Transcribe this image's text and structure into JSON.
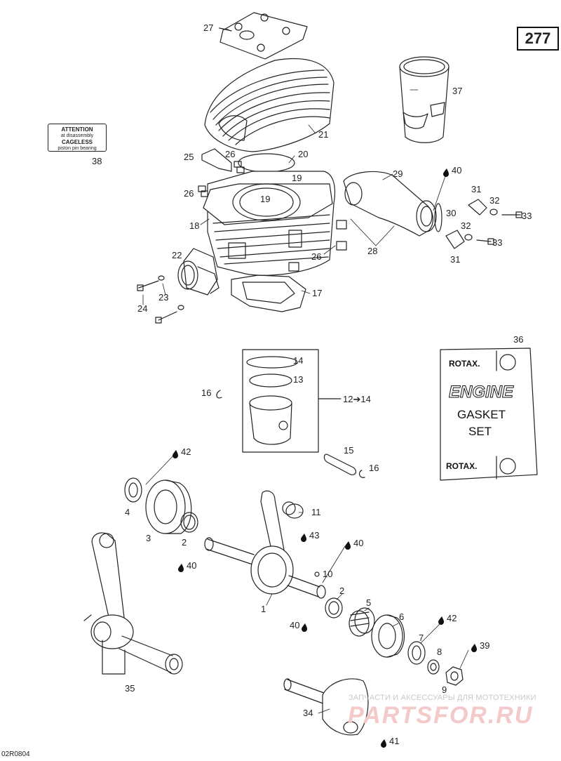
{
  "page_number": "277",
  "diagram_ref": "02R0804",
  "attention_label": {
    "line1": "ATTENTION",
    "line2": "at disassembly",
    "line3": "CAGELESS",
    "line4": "piston pin bearing"
  },
  "gasket_set_card": {
    "brand_top": "ROTAX.",
    "title1": "ENGINE",
    "title2": "GASKET",
    "title3": "SET",
    "brand_bottom": "ROTAX."
  },
  "watermark": {
    "text": "ЗАПЧАСТИ И АКСЕССУАРЫ ДЛЯ МОТОТЕХНИКИ",
    "logo": "PARTSFOR.RU"
  },
  "callouts": [
    {
      "id": "c27",
      "text": "27"
    },
    {
      "id": "c37",
      "text": "37"
    },
    {
      "id": "c21",
      "text": "21"
    },
    {
      "id": "c38",
      "text": "38"
    },
    {
      "id": "c25",
      "text": "25"
    },
    {
      "id": "c26a",
      "text": "26"
    },
    {
      "id": "c20",
      "text": "20"
    },
    {
      "id": "c19a",
      "text": "19"
    },
    {
      "id": "c29",
      "text": "29"
    },
    {
      "id": "c40a",
      "text": "40"
    },
    {
      "id": "c26b",
      "text": "26"
    },
    {
      "id": "c19b",
      "text": "19"
    },
    {
      "id": "c31a",
      "text": "31"
    },
    {
      "id": "c32a",
      "text": "32"
    },
    {
      "id": "c33a",
      "text": "33"
    },
    {
      "id": "c30",
      "text": "30"
    },
    {
      "id": "c18",
      "text": "18"
    },
    {
      "id": "c32b",
      "text": "32"
    },
    {
      "id": "c33b",
      "text": "33"
    },
    {
      "id": "c28",
      "text": "28"
    },
    {
      "id": "c22",
      "text": "22"
    },
    {
      "id": "c26c",
      "text": "26"
    },
    {
      "id": "c31b",
      "text": "31"
    },
    {
      "id": "c23",
      "text": "23"
    },
    {
      "id": "c17",
      "text": "17"
    },
    {
      "id": "c24",
      "text": "24"
    },
    {
      "id": "c36",
      "text": "36"
    },
    {
      "id": "c14",
      "text": "14"
    },
    {
      "id": "c13",
      "text": "13"
    },
    {
      "id": "c16a",
      "text": "16"
    },
    {
      "id": "c12",
      "text": "12➔14"
    },
    {
      "id": "c15",
      "text": "15"
    },
    {
      "id": "c16b",
      "text": "16"
    },
    {
      "id": "c42a",
      "text": "42"
    },
    {
      "id": "c4",
      "text": "4"
    },
    {
      "id": "c11",
      "text": "11"
    },
    {
      "id": "c3",
      "text": "3"
    },
    {
      "id": "c2a",
      "text": "2"
    },
    {
      "id": "c43",
      "text": "43"
    },
    {
      "id": "c40b",
      "text": "40"
    },
    {
      "id": "c40c",
      "text": "40"
    },
    {
      "id": "c10",
      "text": "10"
    },
    {
      "id": "c2b",
      "text": "2"
    },
    {
      "id": "c5",
      "text": "5"
    },
    {
      "id": "c1",
      "text": "1"
    },
    {
      "id": "c6",
      "text": "6"
    },
    {
      "id": "c42b",
      "text": "42"
    },
    {
      "id": "c40d",
      "text": "40"
    },
    {
      "id": "c7",
      "text": "7"
    },
    {
      "id": "c8",
      "text": "8"
    },
    {
      "id": "c39",
      "text": "39"
    },
    {
      "id": "c9",
      "text": "9"
    },
    {
      "id": "c35",
      "text": "35"
    },
    {
      "id": "c34",
      "text": "34"
    },
    {
      "id": "c41",
      "text": "41"
    }
  ]
}
